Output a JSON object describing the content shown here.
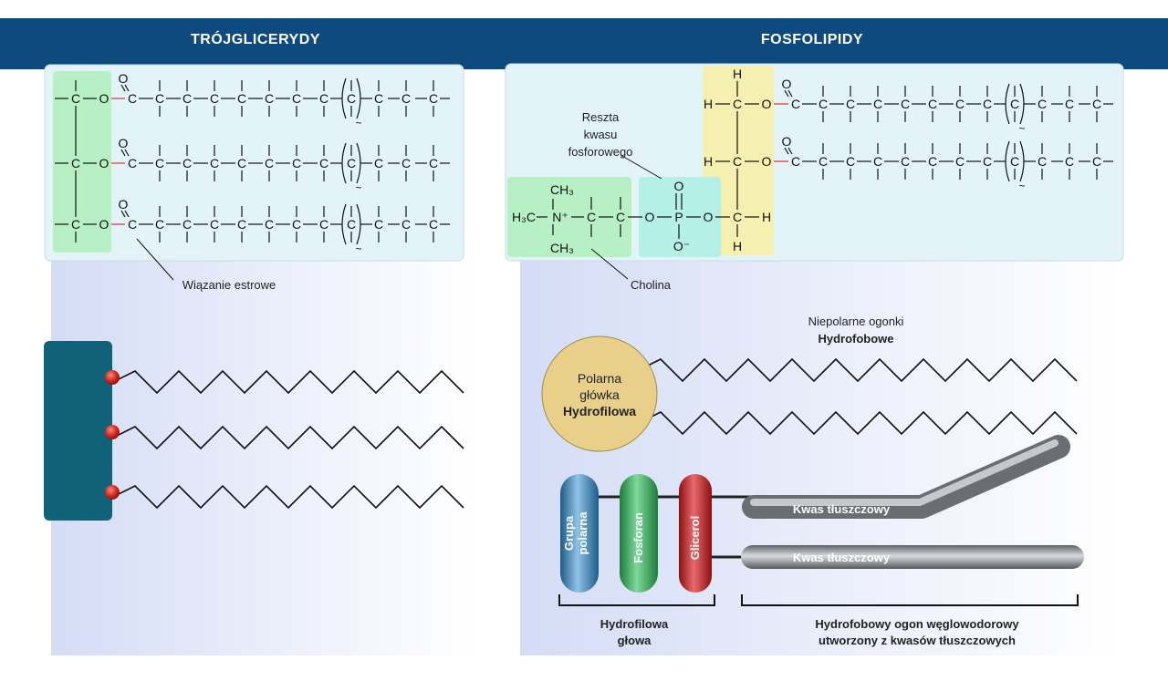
{
  "headers": {
    "left_title": "TRÓJGLICERYDY",
    "right_title": "FOSFOLIPIDY"
  },
  "triglyceride": {
    "ester_bond_label": "Wiązanie estrowe"
  },
  "phospholipid": {
    "phosphate_label_line1": "Reszta",
    "phosphate_label_line2": "kwasu",
    "phosphate_label_line3": "fosforowego",
    "choline_label": "Cholina",
    "tails_label_line1": "Niepolarne ogonki",
    "tails_label_line2": "Hydrofobowe",
    "head_label_line1": "Polarna",
    "head_label_line2": "główka",
    "head_label_line3": "Hydrofilowa",
    "capsule_polar_line1": "Grupa",
    "capsule_polar_line2": "polarna",
    "capsule_phosphate": "Fosforan",
    "capsule_glycerol": "Glicerol",
    "fatty_acid_1": "Kwas tłuszczowy",
    "fatty_acid_2": "Kwas tłuszczowy",
    "bracket_head_line1": "Hydrofilowa",
    "bracket_head_line2": "głowa",
    "bracket_tail_line1": "Hydrofobowy ogon węglowodorowy",
    "bracket_tail_line2": "utworzony z kwasów tłuszczowych"
  },
  "chem": {
    "carbon": "C",
    "oxygen": "O",
    "hydrogen": "H",
    "phosphorus": "P",
    "nitrogen": "N",
    "o_minus": "O⁻",
    "ch3": "CH₃",
    "h3c": "H₃C",
    "n_plus": "N⁺",
    "tilde": "~"
  },
  "colors": {
    "header_bg": "#0e4a7d",
    "panel_bg": "#e3f4f8",
    "glycerol_highlight_left": "#b6f0c4",
    "glycerol_highlight_right": "#f5efb0",
    "choline_highlight": "#b6f0c4",
    "phosphate_highlight": "#b4f0e6",
    "ester_bond": "#e03030",
    "block": "#0f6278",
    "head_circle": "#e8d08a",
    "capsule_blue": "#2f79ad",
    "capsule_green": "#2f9e4f",
    "capsule_red": "#b3171c",
    "tail_grey": "#8d9196"
  }
}
